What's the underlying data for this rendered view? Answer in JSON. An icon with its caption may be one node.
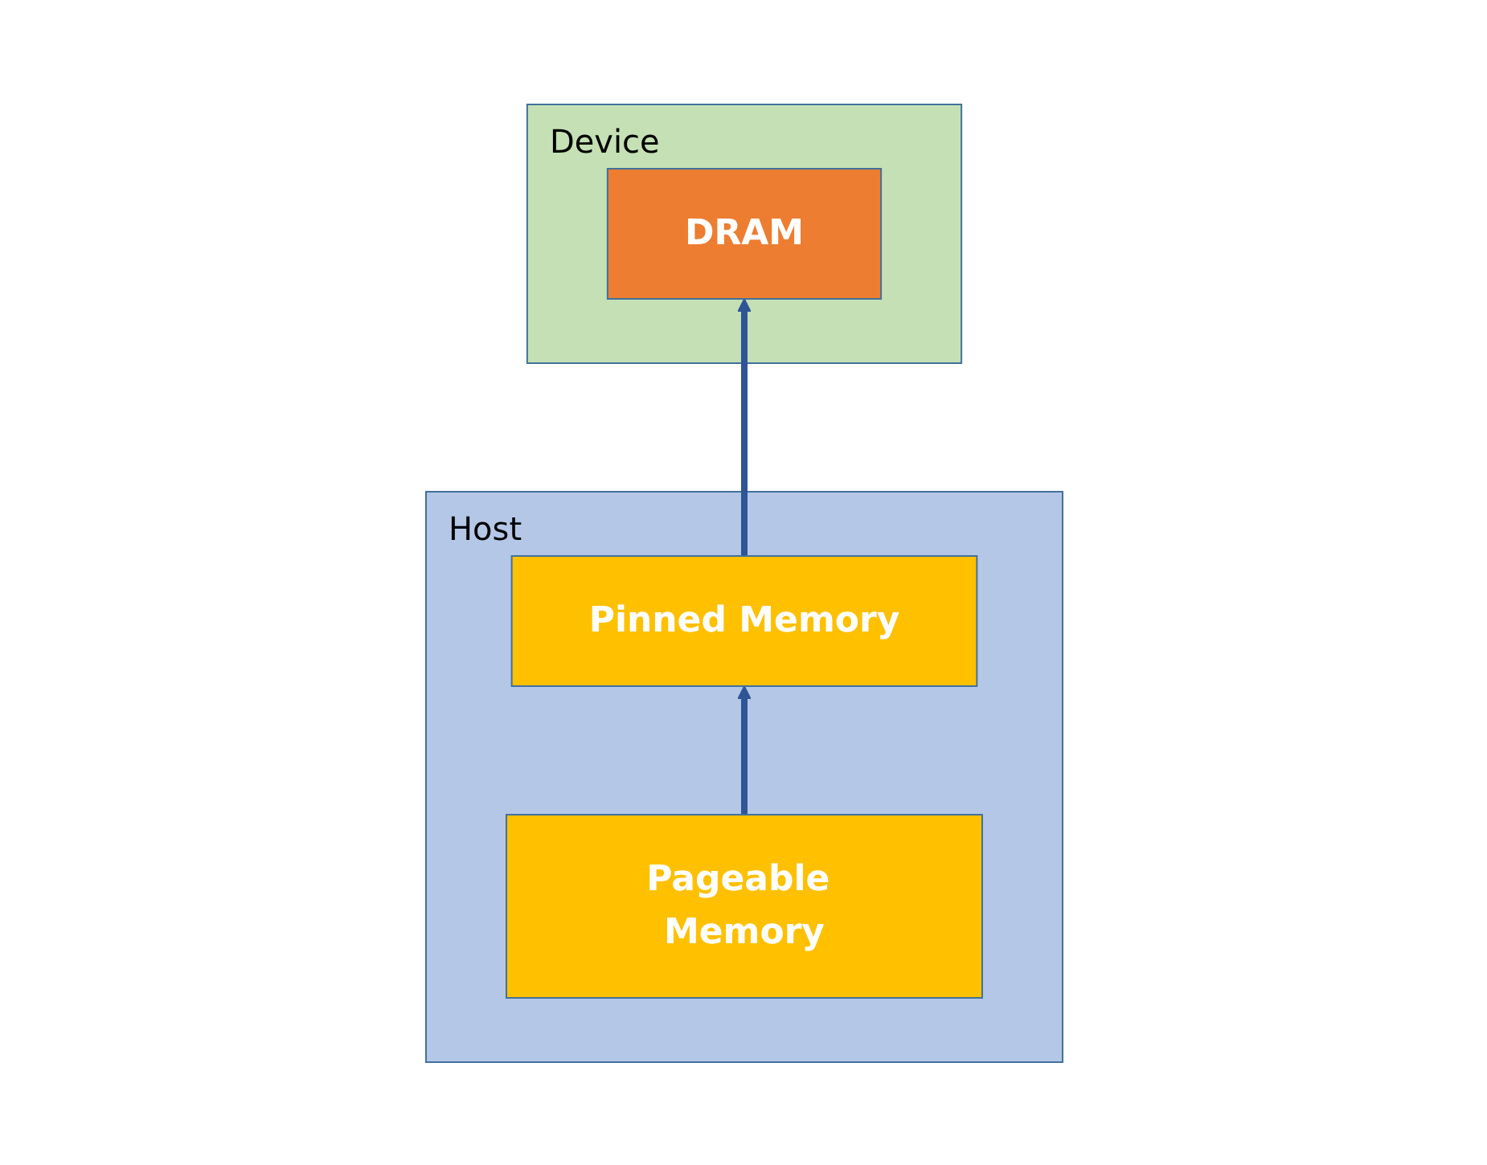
{
  "diagram": {
    "nodes": [
      {
        "text": [
          "Device"
        ]
      },
      {
        "text": [
          "DRAM"
        ],
        "in": 0
      },
      {
        "text": [
          "Host"
        ]
      },
      {
        "text": [
          "Pageable Memory"
        ],
        "in": 2
      },
      {
        "text": [
          "Pinned Memory"
        ],
        "in": 2
      }
    ],
    "edges": [
      {
        "from": 3,
        "to": 4,
        "arrow": "to"
      },
      {
        "from": 4,
        "to": 1,
        "arrow": "to"
      }
    ]
  }
}
